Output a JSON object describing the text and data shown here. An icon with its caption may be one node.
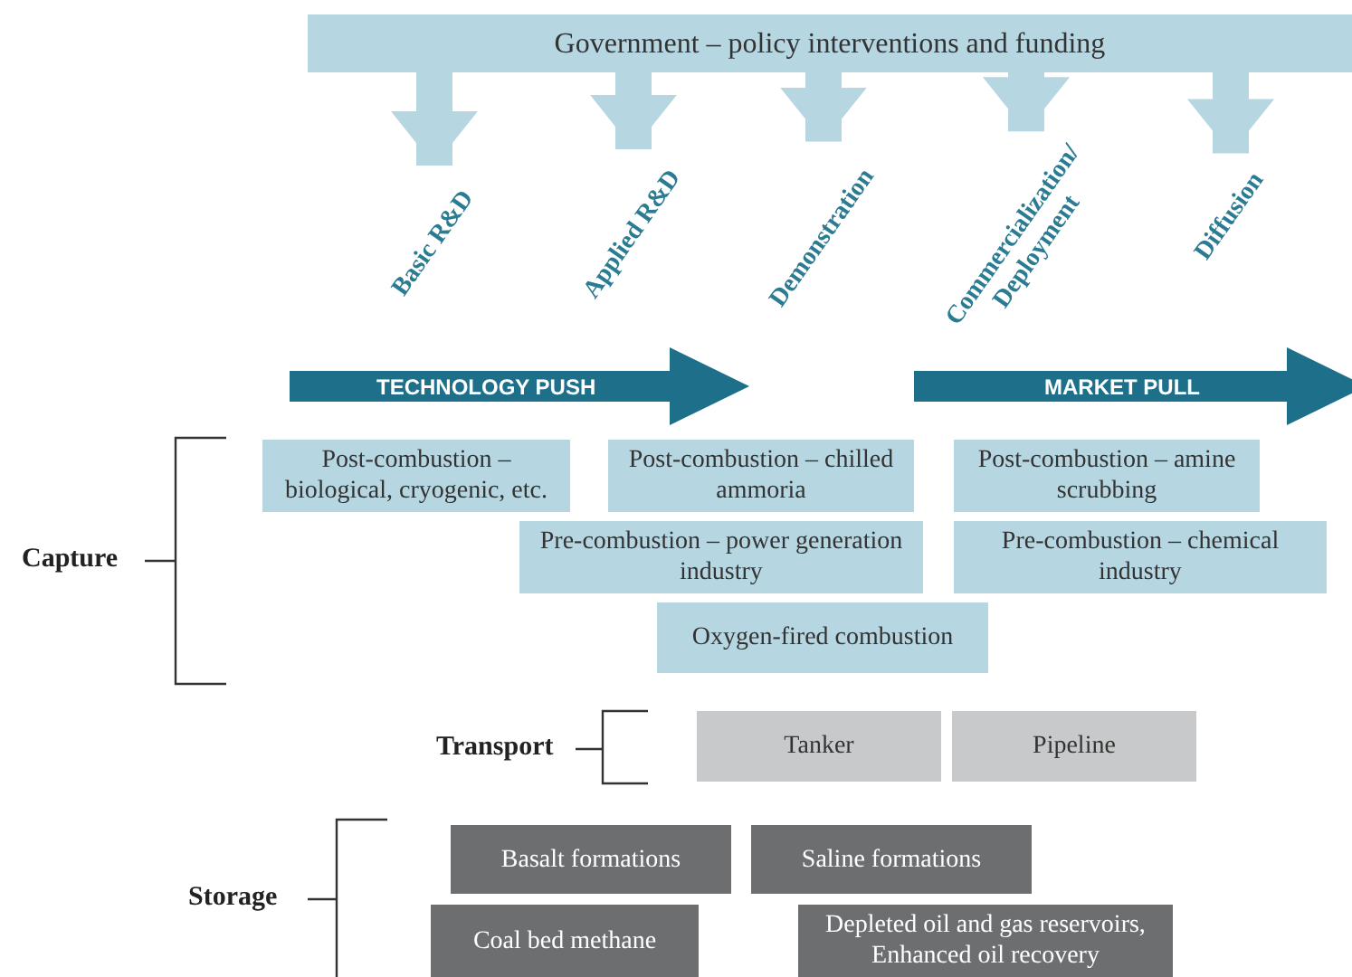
{
  "diagram": {
    "nodes": [
      {
        "text": [
          "Government – policy interventions and funding"
        ]
      },
      {
        "text": [
          "Basic R&D"
        ]
      },
      {
        "text": [
          "Applied R&D"
        ]
      },
      {
        "text": [
          "Demonstration"
        ]
      },
      {
        "text": [
          "Commercialization/ Deployment"
        ]
      },
      {
        "text": [
          "Diffusion"
        ]
      },
      {
        "text": [
          "TECHNOLOGY PUSH"
        ]
      },
      {
        "text": [
          "MARKET PULL"
        ]
      },
      {
        "text": [
          "Post-combustion – biological, cryogenic, etc."
        ]
      },
      {
        "text": [
          "Post-combustion – chilled ammoria"
        ]
      },
      {
        "text": [
          "Post-combustion – amine scrubbing"
        ]
      },
      {
        "text": [
          "Pre-combustion – power generation industry"
        ]
      },
      {
        "text": [
          "Pre-combustion – chemical industry"
        ]
      },
      {
        "text": [
          "Oxygen-fired combustion"
        ]
      },
      {
        "text": [
          "Tanker"
        ]
      },
      {
        "text": [
          "Pipeline"
        ]
      },
      {
        "text": [
          "Basalt formations"
        ]
      },
      {
        "text": [
          "Saline formations"
        ]
      },
      {
        "text": [
          "Coal bed methane"
        ]
      },
      {
        "text": [
          "Depleted oil and gas reservoirs, Enhanced oil recovery"
        ]
      }
    ],
    "edges": [
      {
        "from": 0,
        "to": 1,
        "arrow": "to"
      },
      {
        "from": 0,
        "to": 2,
        "arrow": "to"
      },
      {
        "from": 0,
        "to": 3,
        "arrow": "to"
      },
      {
        "from": 0,
        "to": 4,
        "arrow": "to"
      },
      {
        "from": 0,
        "to": 5,
        "arrow": "to"
      }
    ],
    "labels": [
      "Capture",
      "Transport",
      "Storage"
    ]
  }
}
